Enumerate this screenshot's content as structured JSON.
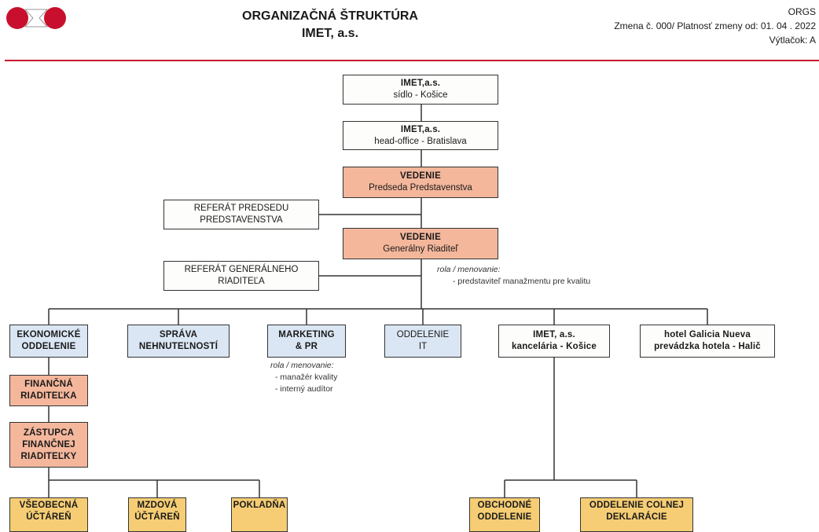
{
  "header": {
    "title_line1": "ORGANIZAČNÁ ŠTRUKTÚRA",
    "title_line2": "IMET, a.s.",
    "code": "ORGS",
    "change": "Zmena č. 000/ Platnosť zmeny od: 01. 04 . 2022",
    "copy": "Výtlačok: A"
  },
  "colors": {
    "accent_line": "#c8102e",
    "management": "#f4b79c",
    "it_admin": "#dbe6f4",
    "sub_units": "#f6cd74"
  },
  "boxes": {
    "imet_sidlo": {
      "title": "IMET,a.s.",
      "sub": "sídlo - Košice"
    },
    "imet_head": {
      "title": "IMET,a.s.",
      "sub": "head-office - Bratislava"
    },
    "vedenie_pred": {
      "title": "VEDENIE",
      "sub": "Predseda Predstavenstva"
    },
    "ref_pred": {
      "line1": "REFERÁT PREDSEDU",
      "line2": "PREDSTAVENSTVA"
    },
    "vedenie_gr": {
      "title": "VEDENIE",
      "sub": "Generálny Riaditeľ"
    },
    "ref_gr": {
      "line1": "REFERÁT GENERÁLNEHO",
      "line2": "RIADITEĽA"
    },
    "ekonom": {
      "line1": "EKONOMICKÉ",
      "line2": "ODDELENIE"
    },
    "sprava": {
      "line1": "SPRÁVA",
      "line2": "NEHNUTEĽNOSTÍ"
    },
    "marketing": {
      "line1": "MARKETING",
      "line2": "& PR"
    },
    "it": {
      "line1": "ODDELENIE",
      "line2": "IT"
    },
    "kancelaria": {
      "line1": "IMET, a.s.",
      "line2": "kancelária - Košice"
    },
    "hotel": {
      "line1": "hotel Galicia Nueva",
      "line2": "prevádzka hotela - Halič"
    },
    "fin_riad": {
      "line1": "FINANČNÁ",
      "line2": "RIADITEĽKA"
    },
    "zastupca": {
      "line1": "ZÁSTUPCA",
      "line2": "FINANČNEJ",
      "line3": "RIADITEĽKY"
    },
    "vseob": {
      "line1": "VŠEOBECNÁ",
      "line2": "ÚČTÁREŇ"
    },
    "mzdova": {
      "line1": "MZDOVÁ",
      "line2": "ÚČTÁREŇ"
    },
    "pokladna": {
      "line1": "POKLADŇA"
    },
    "obchodne": {
      "line1": "OBCHODNÉ",
      "line2": "ODDELENIE"
    },
    "colne": {
      "line1": "ODDELENIE COLNEJ",
      "line2": "DEKLARÁCIE"
    }
  },
  "notes": {
    "gr": {
      "heading": "rola / menovanie:",
      "items": [
        "-  predstaviteľ manažmentu pre kvalitu"
      ]
    },
    "marketing": {
      "heading": "rola / menovanie:",
      "items": [
        "-  manažér kvality",
        "-  interný audítor"
      ]
    }
  }
}
